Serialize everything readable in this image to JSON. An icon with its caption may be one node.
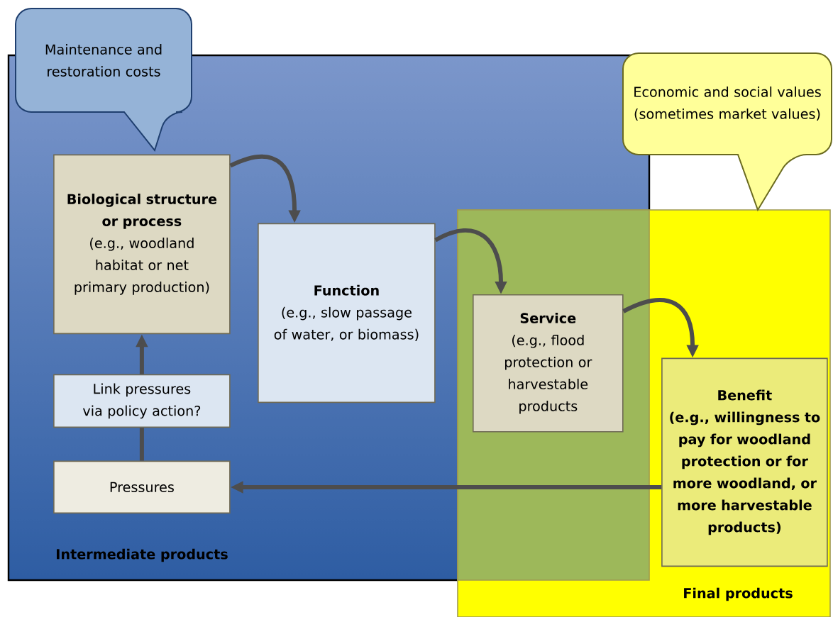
{
  "diagram": {
    "nodes": [
      {
        "text": [
          "Intermediate products"
        ]
      },
      {
        "text": [
          "Final products"
        ]
      },
      {
        "text": [
          "Maintenance and restoration costs"
        ]
      },
      {
        "text": [
          "Economic and social values (sometimes market values)"
        ]
      },
      {
        "text": [
          "Biological structure or process",
          "(e.g., woodland habitat or net primary production)"
        ],
        "in": 0
      },
      {
        "text": [
          "Function",
          "(e.g., slow passage of water, or biomass)"
        ],
        "in": 0
      },
      {
        "text": [
          "Service",
          "(e.g., flood protection or harvestable products"
        ]
      },
      {
        "text": [
          "Benefit",
          "(e.g., willingness to pay for woodland protection or for more woodland, or more harvestable products)"
        ],
        "in": 1
      },
      {
        "text": [
          "Link pressures via policy action?"
        ],
        "in": 0
      },
      {
        "text": [
          "Pressures"
        ],
        "in": 0
      }
    ],
    "edges": [
      {
        "from": 4,
        "to": 5,
        "arrow": "to"
      },
      {
        "from": 5,
        "to": 6,
        "arrow": "to"
      },
      {
        "from": 6,
        "to": 7,
        "arrow": "to"
      },
      {
        "from": 7,
        "to": 9,
        "arrow": "to"
      },
      {
        "from": 9,
        "to": 8,
        "arrow": "none"
      },
      {
        "from": 8,
        "to": 4,
        "arrow": "to"
      }
    ]
  }
}
